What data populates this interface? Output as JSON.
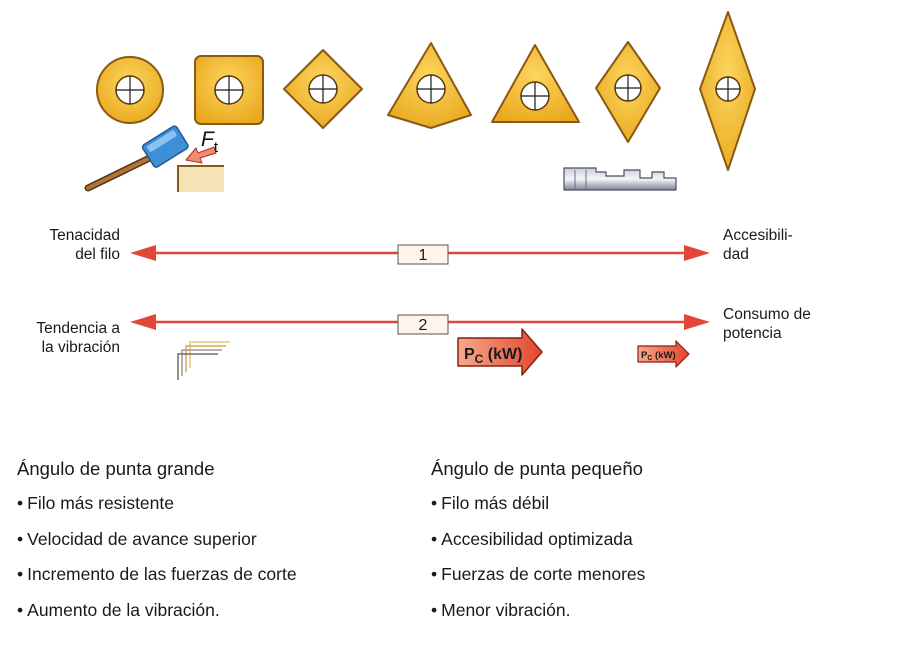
{
  "labels": {
    "toughness": [
      "Tenacidad",
      "del filo"
    ],
    "accessibility": [
      "Accesibili-",
      "dad"
    ],
    "vibration": [
      "Tendencia a",
      "la vibración"
    ],
    "power": [
      "Consumo de",
      "potencia"
    ]
  },
  "arrows": {
    "arrow1": "1",
    "arrow2": "2"
  },
  "force_symbol": {
    "letter": "F",
    "sub": "t"
  },
  "power_badge_large": {
    "main": "P",
    "sub": "C",
    "unit": " (kW)"
  },
  "power_badge_small": {
    "main": "P",
    "sub": "C",
    "unit": " (kW)"
  },
  "large_angle": {
    "title": "Ángulo de punta grande",
    "items": [
      "Filo más resistente",
      "Velocidad de avance superior",
      "Incremento de las fuerzas de corte",
      "Aumento de la vibración."
    ]
  },
  "small_angle": {
    "title": "Ángulo de punta pequeño",
    "items": [
      "Filo más débil",
      "Accesibilidad optimizada",
      "Fuerzas de corte menores",
      "Menor vibración."
    ]
  },
  "colors": {
    "insert_fill": "#f5bf2e",
    "insert_stroke": "#8a5a12",
    "arrow_red": "#e0463a",
    "power_arrow": "#ec6a4e",
    "hammer_blue": "#3d8fd6"
  }
}
